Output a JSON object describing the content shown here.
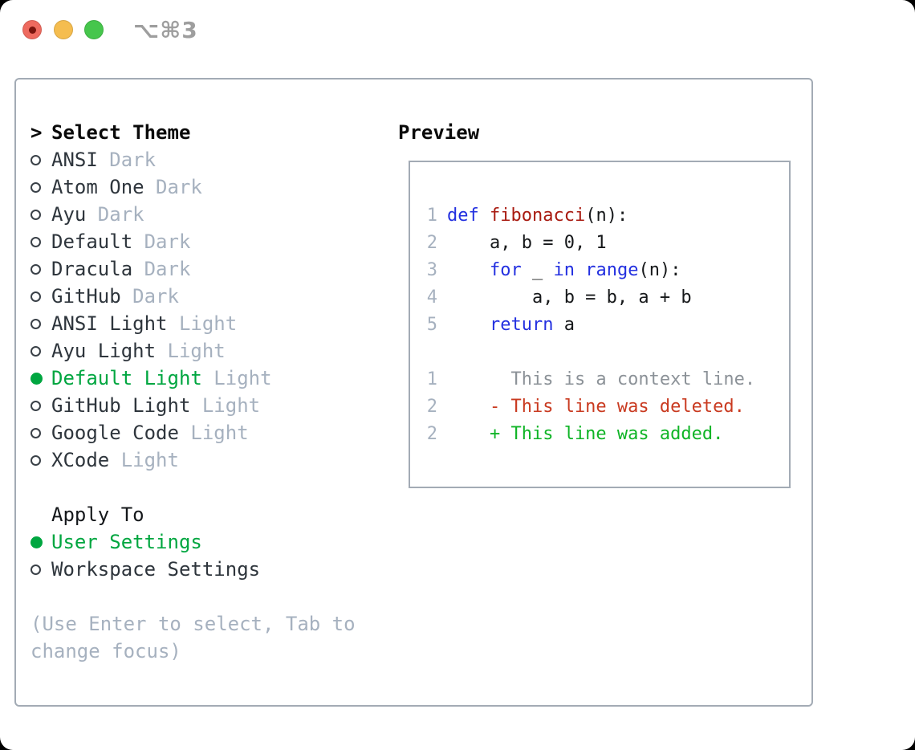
{
  "titlebar": {
    "shortcut": "⌥⌘3"
  },
  "colors": {
    "accent_green": "#00a640",
    "keyword_blue": "#2330e0",
    "function_red": "#a81a10",
    "deleted_red": "#c93a20",
    "added_green": "#0fb426",
    "muted_gray": "#a6b1bf",
    "text_dark": "#2e353c",
    "border_gray": "#a3abb5"
  },
  "theme_selector": {
    "prompt": ">",
    "title": "Select Theme",
    "items": [
      {
        "label": "ANSI",
        "tag": "Dark",
        "selected": false
      },
      {
        "label": "Atom One",
        "tag": "Dark",
        "selected": false
      },
      {
        "label": "Ayu",
        "tag": "Dark",
        "selected": false
      },
      {
        "label": "Default",
        "tag": "Dark",
        "selected": false
      },
      {
        "label": "Dracula",
        "tag": "Dark",
        "selected": false
      },
      {
        "label": "GitHub",
        "tag": "Dark",
        "selected": false
      },
      {
        "label": "ANSI Light",
        "tag": "Light",
        "selected": false
      },
      {
        "label": "Ayu Light",
        "tag": "Light",
        "selected": false
      },
      {
        "label": "Default Light",
        "tag": "Light",
        "selected": true
      },
      {
        "label": "GitHub Light",
        "tag": "Light",
        "selected": false
      },
      {
        "label": "Google Code",
        "tag": "Light",
        "selected": false
      },
      {
        "label": "XCode",
        "tag": "Light",
        "selected": false
      }
    ],
    "apply_to": {
      "title": "Apply To",
      "options": [
        {
          "label": "User Settings",
          "selected": true
        },
        {
          "label": "Workspace Settings",
          "selected": false
        }
      ]
    },
    "help_lines": [
      "(Use Enter to select, Tab to",
      "change focus)"
    ]
  },
  "preview": {
    "title": "Preview",
    "code_lines": [
      {
        "num": "1",
        "tokens": [
          {
            "t": "kw",
            "s": "def"
          },
          {
            "t": "pl",
            "s": " "
          },
          {
            "t": "fn",
            "s": "fibonacci"
          },
          {
            "t": "pl",
            "s": "(n):"
          }
        ]
      },
      {
        "num": "2",
        "tokens": [
          {
            "t": "pl",
            "s": "    a, b = 0, 1"
          }
        ]
      },
      {
        "num": "3",
        "tokens": [
          {
            "t": "pl",
            "s": "    "
          },
          {
            "t": "kw",
            "s": "for"
          },
          {
            "t": "pl",
            "s": " _ "
          },
          {
            "t": "kw",
            "s": "in"
          },
          {
            "t": "pl",
            "s": " "
          },
          {
            "t": "kw",
            "s": "range"
          },
          {
            "t": "pl",
            "s": "(n):"
          }
        ]
      },
      {
        "num": "4",
        "tokens": [
          {
            "t": "pl",
            "s": "        a, b = b, a + b"
          }
        ]
      },
      {
        "num": "5",
        "tokens": [
          {
            "t": "pl",
            "s": "    "
          },
          {
            "t": "kw",
            "s": "return"
          },
          {
            "t": "pl",
            "s": " a"
          }
        ]
      }
    ],
    "diff_lines": [
      {
        "num": "1",
        "type": "context",
        "text": "      This is a context line."
      },
      {
        "num": "2",
        "type": "deleted",
        "text": "    - This line was deleted."
      },
      {
        "num": "2",
        "type": "added",
        "text": "    + This line was added."
      }
    ]
  }
}
